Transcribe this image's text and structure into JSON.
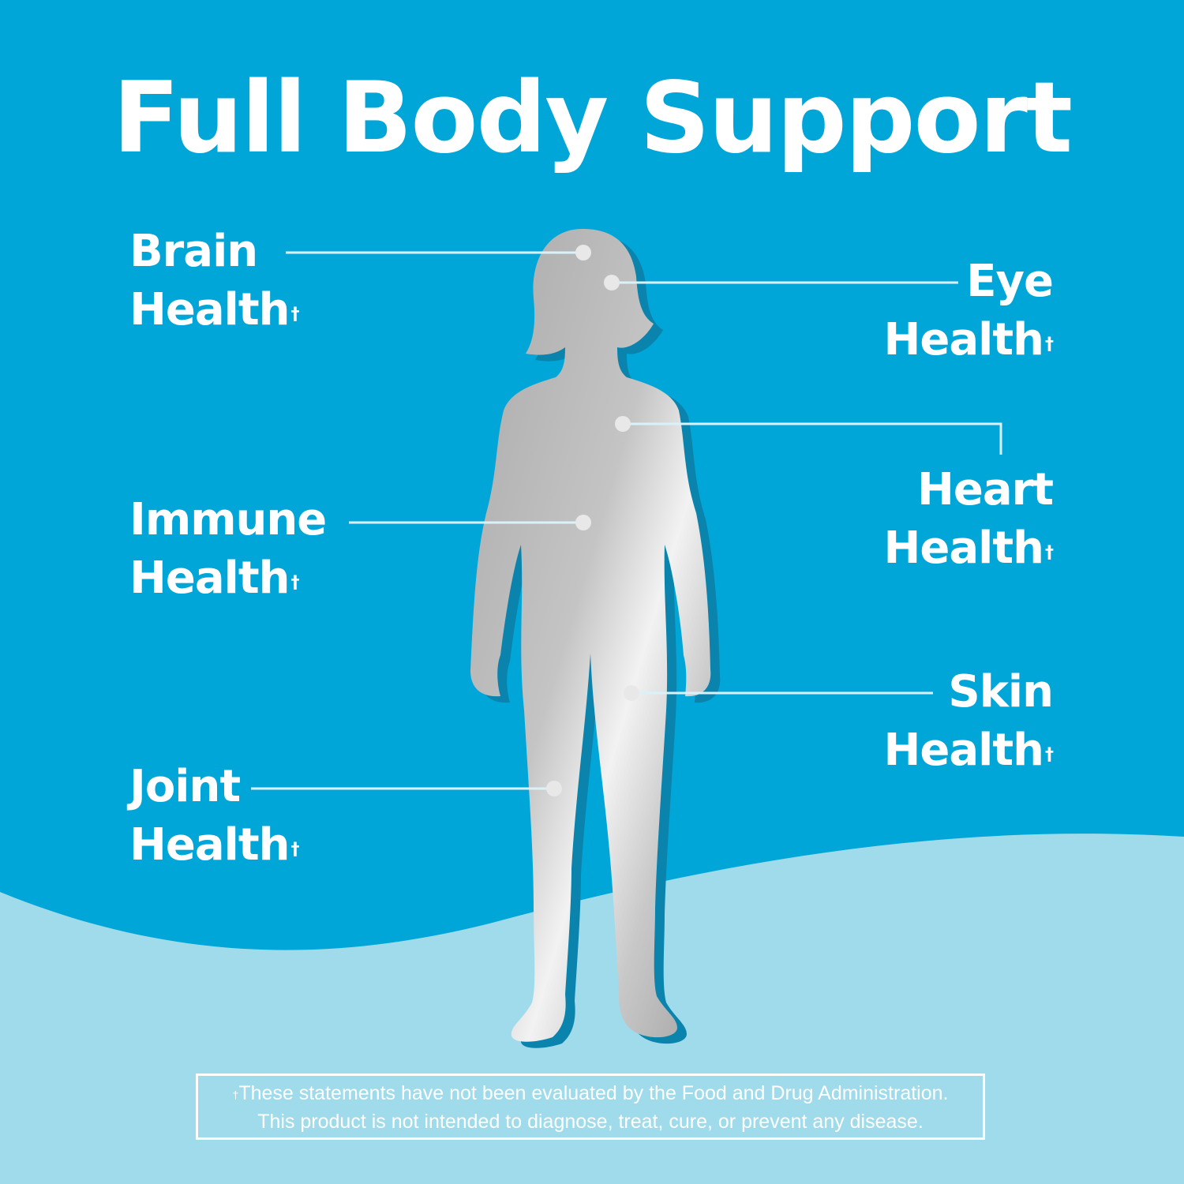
{
  "title": "Full Body Support",
  "dagger": "†",
  "labels": {
    "brain": {
      "line1": "Brain",
      "line2": "Health"
    },
    "eye": {
      "line1": "Eye",
      "line2": "Health"
    },
    "immune": {
      "line1": "Immune",
      "line2": "Health"
    },
    "heart": {
      "line1": "Heart",
      "line2": "Health"
    },
    "skin": {
      "line1": "Skin",
      "line2": "Health"
    },
    "joint": {
      "line1": "Joint",
      "line2": "Health"
    }
  },
  "disclaimer": {
    "line1": "These statements have not been evaluated by the Food and Drug Administration.",
    "line2": "This product is not intended to diagnose, treat, cure, or prevent any disease."
  },
  "colors": {
    "background": "#00a6d8",
    "wave": "#9fdbea",
    "silhouette": "#b8b8b8",
    "text": "#ffffff"
  }
}
